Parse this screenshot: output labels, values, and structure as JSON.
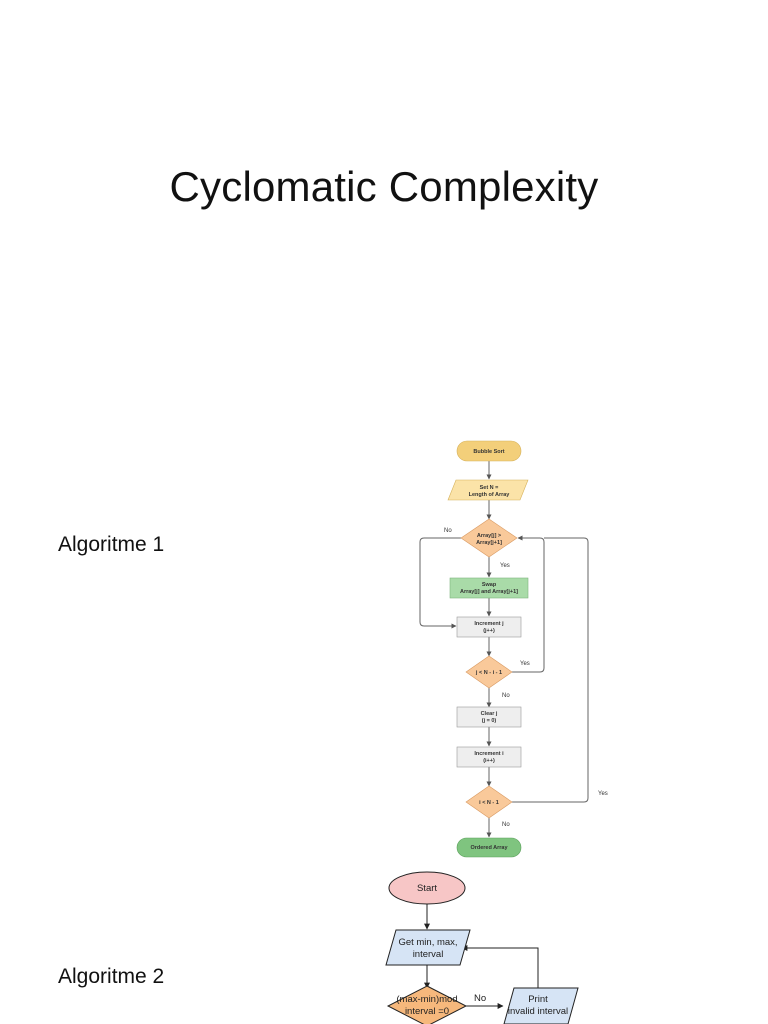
{
  "title": "Cyclomatic Complexity",
  "algo1": {
    "label": "Algoritme 1",
    "start": "Bubble Sort",
    "set_n_line1": "Set N =",
    "set_n_line2": "Length of Array",
    "cond1_line1": "Array[j] >",
    "cond1_line2": "Array[j+1]",
    "swap_line1": "Swap",
    "swap_line2": "Array[j] and Array[j+1]",
    "inc_j_line1": "Increment j",
    "inc_j_line2": "(j++)",
    "cond2": "j < N - i - 1",
    "clear_j_line1": "Clear j",
    "clear_j_line2": "(j = 0)",
    "inc_i_line1": "Increment i",
    "inc_i_line2": "(i++)",
    "cond3": "i < N - 1",
    "end": "Ordered Array",
    "edge_no": "No",
    "edge_yes": "Yes"
  },
  "algo2": {
    "label": "Algoritme 2",
    "start": "Start",
    "get_line1": "Get min, max,",
    "get_line2": "interval",
    "cond_line1": "(max-min)mod",
    "cond_line2": "interval =0",
    "print_line1": "Print",
    "print_line2": "invalid interval",
    "edge_no": "No"
  },
  "colors": {
    "start_fill": "#f3cf7a",
    "io_fill": "#fbe3a8",
    "decision_fill": "#f9c99a",
    "process_green": "#a9dba8",
    "process_gray": "#eeeeee",
    "end_fill": "#7fc47f",
    "start2_fill": "#f7c6c6",
    "io2_fill": "#d6e4f5",
    "decision2_fill": "#f6b87c"
  }
}
